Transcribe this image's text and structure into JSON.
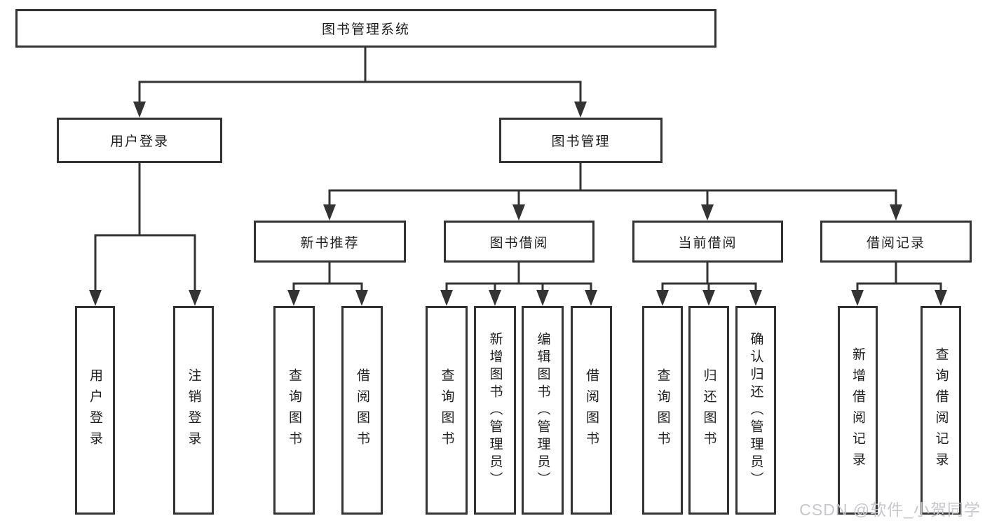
{
  "tree": {
    "root": "图书管理系统",
    "level2": [
      "用户登录",
      "图书管理"
    ],
    "level3": [
      "新书推荐",
      "图书借阅",
      "当前借阅",
      "借阅记录"
    ],
    "leaves": {
      "user_login": [
        "用户登录",
        "注销登录"
      ],
      "new_book": [
        "查询图书",
        "借阅图书"
      ],
      "book_borrow": [
        "查询图书",
        "新增图书（管理员）",
        "编辑图书（管理员）",
        "借阅图书"
      ],
      "current_borrow": [
        "查询图书",
        "归还图书",
        "确认归还（管理员）"
      ],
      "borrow_records": [
        "新增借阅记录",
        "查询借阅记录"
      ]
    }
  },
  "watermark": {
    "text": "CSDN @软件_小贺同学"
  },
  "colors": {
    "line": "#333333",
    "box_border": "#333333",
    "text": "#1f1f1f",
    "watermark": "#c4c4c9",
    "background": "#ffffff"
  }
}
